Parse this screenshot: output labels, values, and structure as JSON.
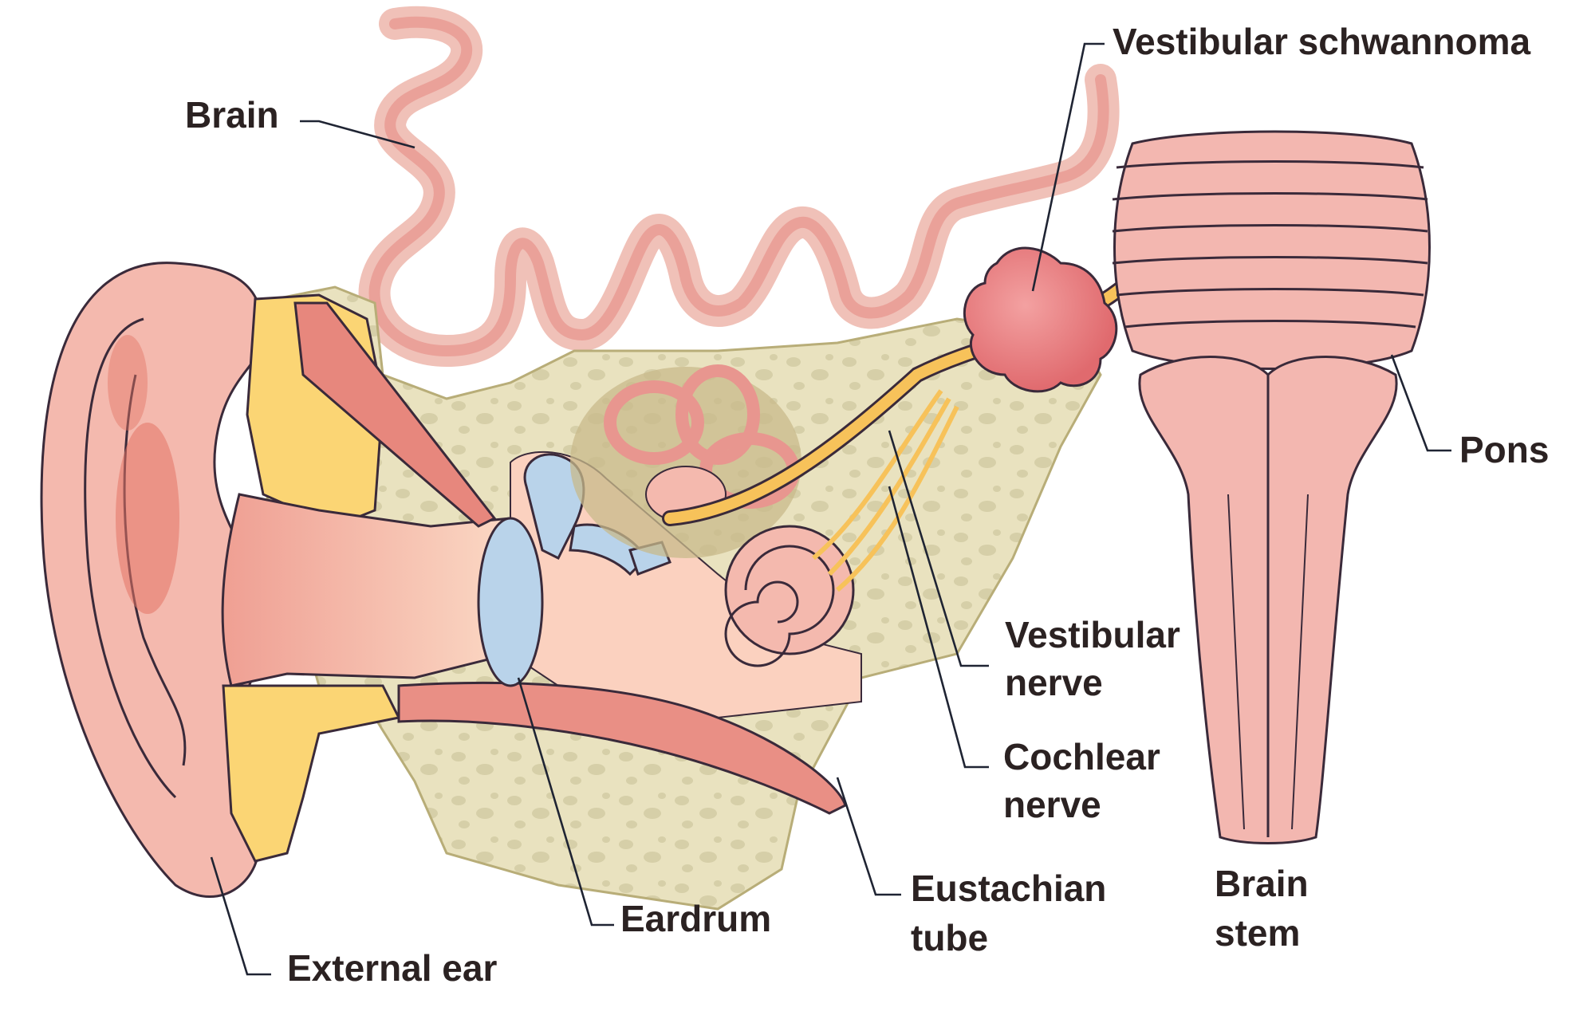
{
  "labels": {
    "brain": "Brain",
    "vestibular_schwannoma": "Vestibular schwannoma",
    "pons": "Pons",
    "vestibular_nerve_l1": "Vestibular",
    "vestibular_nerve_l2": "nerve",
    "cochlear_nerve_l1": "Cochlear",
    "cochlear_nerve_l2": "nerve",
    "eustachian_tube_l1": "Eustachian",
    "eustachian_tube_l2": "tube",
    "brain_stem_l1": "Brain",
    "brain_stem_l2": "stem",
    "eardrum": "Eardrum",
    "external_ear": "External ear"
  },
  "colors": {
    "skin": "#f2b8ae",
    "skin_dark": "#e58b80",
    "bone": "#e9e2bf",
    "bone_dots": "#d6cfa8",
    "cartilage_yellow": "#fbd574",
    "eardrum_blue": "#b9d3ea",
    "nerve_yellow": "#f7c25a",
    "tumor": "#e8777a",
    "brainstem": "#f3b7b0",
    "leader": "#1f2433"
  }
}
